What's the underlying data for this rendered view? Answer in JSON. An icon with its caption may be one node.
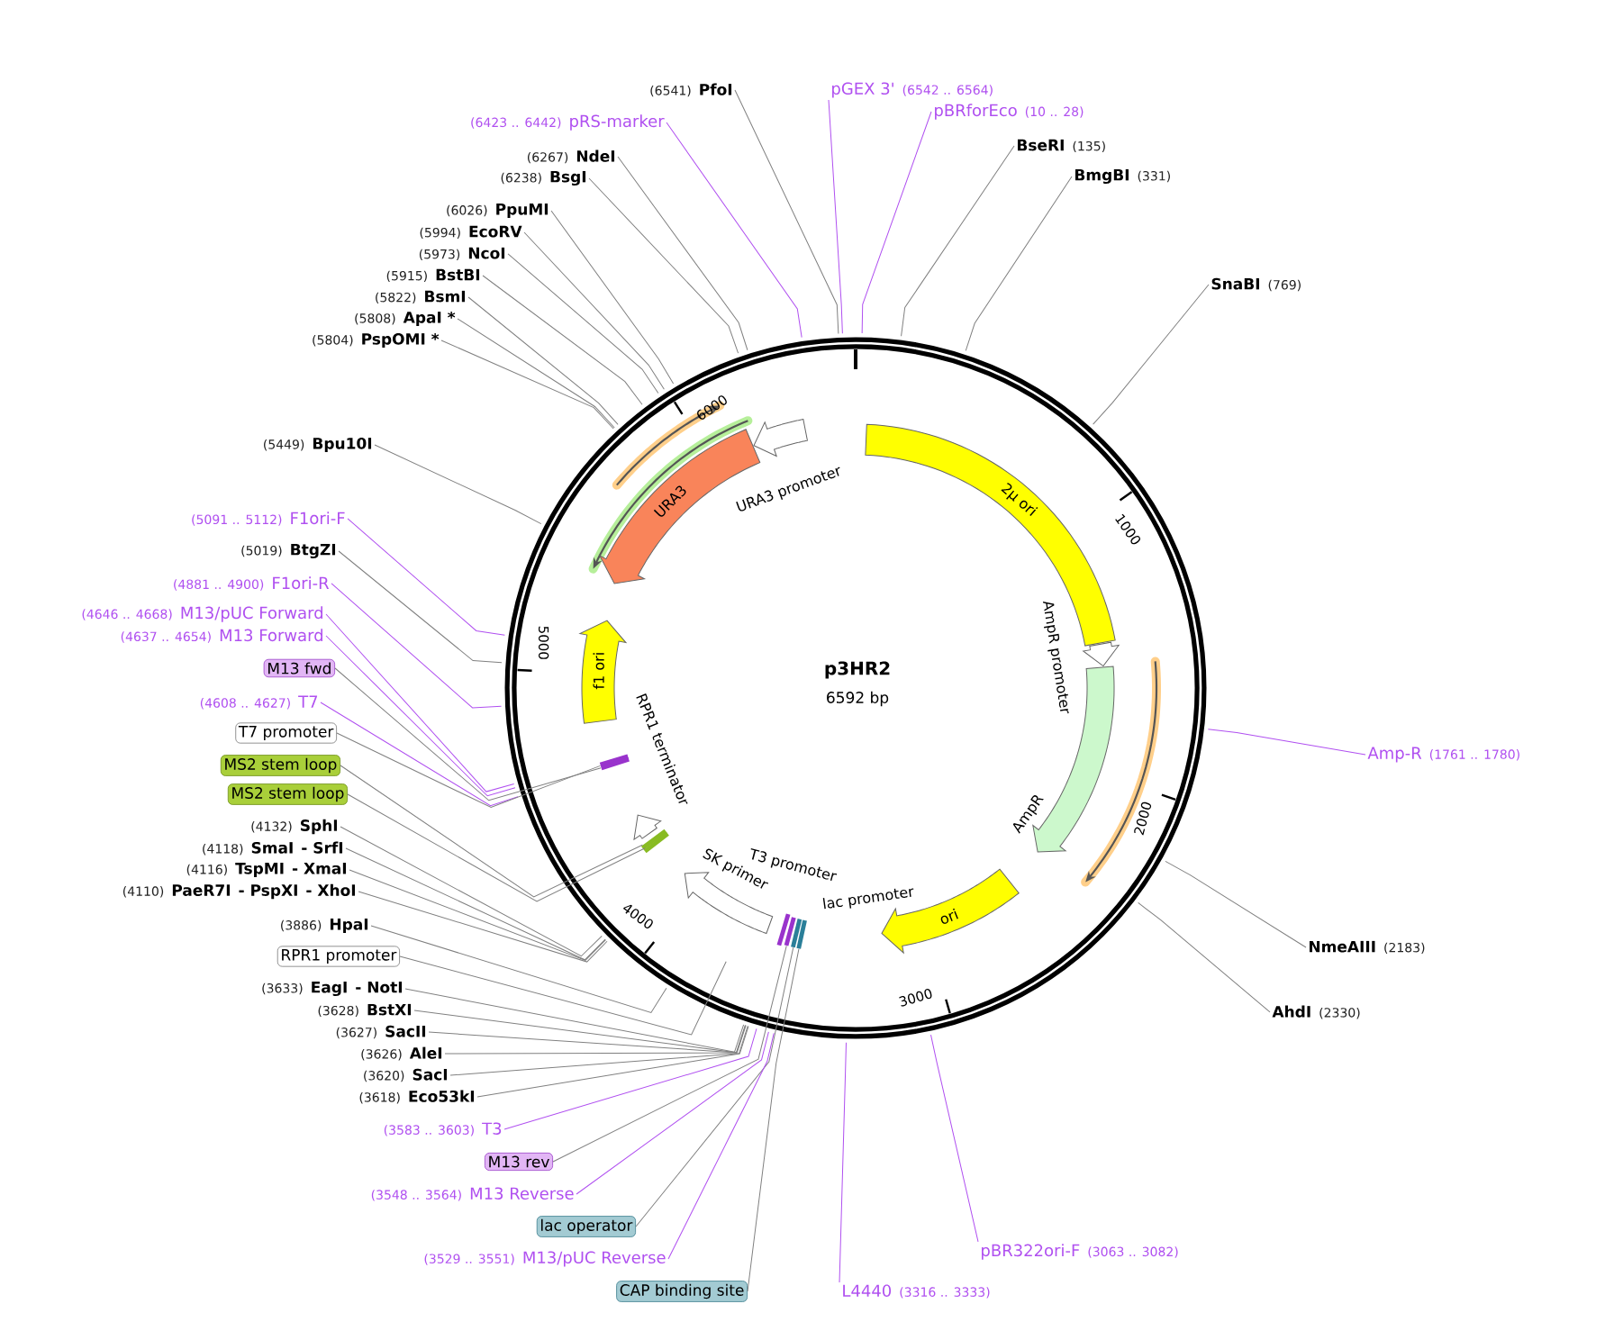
{
  "diagram": {
    "title": "p3HR2",
    "nodes": [
      {
        "text": [
          "(6541)",
          "PfoI"
        ]
      },
      {
        "text": [
          "(6423 .. 6442)",
          "pRS-marker"
        ]
      },
      {
        "text": [
          "(6267)",
          "NdeI"
        ]
      },
      {
        "text": [
          "(6238)",
          "BsgI"
        ]
      },
      {
        "text": [
          "(6026)",
          "PpuMI"
        ]
      },
      {
        "text": [
          "(5994)",
          "EcoRV"
        ]
      },
      {
        "text": [
          "(5973)",
          "NcoI"
        ]
      },
      {
        "text": [
          "(5915)",
          "BstBI"
        ]
      },
      {
        "text": [
          "(5822)",
          "BsmI"
        ]
      },
      {
        "text": [
          "(5808)",
          "ApaI *"
        ]
      },
      {
        "text": [
          "(5804)",
          "PspOMI *"
        ]
      },
      {
        "text": [
          "(5449)",
          "Bpu10I"
        ]
      },
      {
        "text": [
          "(5091 .. 5112)",
          "F1ori-F"
        ]
      },
      {
        "text": [
          "(5019)",
          "BtgZI"
        ]
      },
      {
        "text": [
          "(4881 .. 4900)",
          "F1ori-R"
        ]
      },
      {
        "text": [
          "(4646 .. 4668)",
          "M13/pUC Forward"
        ]
      },
      {
        "text": [
          "(4637 .. 4654)",
          "M13 Forward"
        ]
      },
      {
        "text": [
          "M13 fwd"
        ]
      },
      {
        "text": [
          "(4608 .. 4627)",
          "T7"
        ]
      },
      {
        "text": [
          "T7 promoter"
        ]
      },
      {
        "text": [
          "MS2 stem loop"
        ]
      },
      {
        "text": [
          "MS2 stem loop"
        ]
      },
      {
        "text": [
          "(4132)",
          "SphI"
        ]
      },
      {
        "text": [
          "(4118)",
          "SmaI",
          "- SrfI"
        ]
      },
      {
        "text": [
          "(4116)",
          "TspMI",
          "- XmaI"
        ]
      },
      {
        "text": [
          "(4110)",
          "PaeR7I",
          "- PspXI",
          "- XhoI"
        ]
      },
      {
        "text": [
          "(3886)",
          "HpaI"
        ]
      },
      {
        "text": [
          "RPR1 promoter"
        ]
      },
      {
        "text": [
          "(3633)",
          "EagI",
          "- NotI"
        ]
      },
      {
        "text": [
          "(3628)",
          "BstXI"
        ]
      },
      {
        "text": [
          "(3627)",
          "SacII"
        ]
      },
      {
        "text": [
          "(3626)",
          "AleI"
        ]
      },
      {
        "text": [
          "(3620)",
          "SacI"
        ]
      },
      {
        "text": [
          "(3618)",
          "Eco53kI"
        ]
      },
      {
        "text": [
          "(3583 .. 3603)",
          "T3"
        ]
      },
      {
        "text": [
          "M13 rev"
        ]
      },
      {
        "text": [
          "(3548 .. 3564)",
          "M13 Reverse"
        ]
      },
      {
        "text": [
          "lac operator"
        ]
      },
      {
        "text": [
          "(3529 .. 3551)",
          "M13/pUC Reverse"
        ]
      },
      {
        "text": [
          "CAP binding site"
        ]
      },
      {
        "text": [
          "L4440",
          "(3316 .. 3333)"
        ]
      },
      {
        "text": [
          "pBR322ori-F",
          "(3063 .. 3082)"
        ]
      },
      {
        "text": [
          "AhdI",
          "(2330)"
        ]
      },
      {
        "text": [
          "NmeAIII",
          "(2183)"
        ]
      },
      {
        "text": [
          "Amp-R",
          "(1761 .. 1780)"
        ]
      },
      {
        "text": [
          "SnaBI",
          "(769)"
        ]
      },
      {
        "text": [
          "BmgBI",
          "(331)"
        ]
      },
      {
        "text": [
          "BseRI",
          "(135)"
        ]
      },
      {
        "text": [
          "pBRforEco",
          "(10 .. 28)"
        ]
      },
      {
        "text": [
          "pGEX 3'",
          "(6542 .. 6564)"
        ]
      },
      {
        "text": [
          "URA3 promoter"
        ]
      },
      {
        "text": [
          "URA3"
        ]
      },
      {
        "text": [
          "2μ ori"
        ]
      },
      {
        "text": [
          "AmpR promoter"
        ]
      },
      {
        "text": [
          "AmpR"
        ]
      },
      {
        "text": [
          "ori"
        ]
      },
      {
        "text": [
          "lac promoter"
        ]
      },
      {
        "text": [
          "T3 promoter"
        ]
      },
      {
        "text": [
          "SK primer"
        ]
      },
      {
        "text": [
          "RPR1 terminator"
        ]
      },
      {
        "text": [
          "f1 ori"
        ]
      },
      {
        "text": [],
        "shape": "bar"
      },
      {
        "text": [],
        "shape": "bar"
      },
      {
        "text": [],
        "shape": "bar"
      },
      {
        "text": [],
        "shape": "bar"
      },
      {
        "text": [],
        "shape": "bar"
      },
      {
        "text": [],
        "shape": "bar"
      },
      {
        "text": [],
        "shape": "bar"
      }
    ],
    "edges": [
      {
        "from": 0,
        "to": null,
        "arrow": "none"
      },
      {
        "from": 1,
        "to": null,
        "arrow": "none",
        "color": "#b050f0"
      },
      {
        "from": 2,
        "to": null,
        "arrow": "none"
      },
      {
        "from": 3,
        "to": null,
        "arrow": "none"
      },
      {
        "from": 4,
        "to": null,
        "arrow": "none"
      },
      {
        "from": 5,
        "to": null,
        "arrow": "none"
      },
      {
        "from": 6,
        "to": null,
        "arrow": "none"
      },
      {
        "from": 7,
        "to": null,
        "arrow": "none"
      },
      {
        "from": 8,
        "to": null,
        "arrow": "none"
      },
      {
        "from": 9,
        "to": null,
        "arrow": "none"
      },
      {
        "from": 10,
        "to": null,
        "arrow": "none"
      },
      {
        "from": 11,
        "to": null,
        "arrow": "none"
      },
      {
        "from": 12,
        "to": null,
        "arrow": "none",
        "color": "#b050f0"
      },
      {
        "from": 13,
        "to": null,
        "arrow": "none"
      },
      {
        "from": 14,
        "to": null,
        "arrow": "none",
        "color": "#b050f0"
      },
      {
        "from": 15,
        "to": null,
        "arrow": "none",
        "color": "#b050f0"
      },
      {
        "from": 16,
        "to": null,
        "arrow": "none",
        "color": "#b050f0"
      },
      {
        "from": 17,
        "to": 62,
        "arrow": "none"
      },
      {
        "from": 18,
        "to": null,
        "arrow": "none",
        "color": "#b050f0"
      },
      {
        "from": 19,
        "to": 61,
        "arrow": "none"
      },
      {
        "from": 20,
        "to": 63,
        "arrow": "none"
      },
      {
        "from": 21,
        "to": 64,
        "arrow": "none"
      },
      {
        "from": 22,
        "to": null,
        "arrow": "none"
      },
      {
        "from": 23,
        "to": null,
        "arrow": "none"
      },
      {
        "from": 24,
        "to": null,
        "arrow": "none"
      },
      {
        "from": 25,
        "to": null,
        "arrow": "none"
      },
      {
        "from": 26,
        "to": null,
        "arrow": "none"
      },
      {
        "from": 27,
        "to": null,
        "arrow": "none"
      },
      {
        "from": 28,
        "to": null,
        "arrow": "none"
      },
      {
        "from": 29,
        "to": null,
        "arrow": "none"
      },
      {
        "from": 30,
        "to": null,
        "arrow": "none"
      },
      {
        "from": 31,
        "to": null,
        "arrow": "none"
      },
      {
        "from": 32,
        "to": null,
        "arrow": "none"
      },
      {
        "from": 33,
        "to": null,
        "arrow": "none"
      },
      {
        "from": 34,
        "to": null,
        "arrow": "none",
        "color": "#b050f0"
      },
      {
        "from": 35,
        "to": 65,
        "arrow": "none"
      },
      {
        "from": 36,
        "to": null,
        "arrow": "none",
        "color": "#b050f0"
      },
      {
        "from": 37,
        "to": 66,
        "arrow": "none"
      },
      {
        "from": 38,
        "to": null,
        "arrow": "none",
        "color": "#b050f0"
      },
      {
        "from": 39,
        "to": 67,
        "arrow": "none"
      },
      {
        "from": 40,
        "to": null,
        "arrow": "none",
        "color": "#b050f0"
      },
      {
        "from": 41,
        "to": null,
        "arrow": "none",
        "color": "#b050f0"
      },
      {
        "from": 42,
        "to": null,
        "arrow": "none"
      },
      {
        "from": 43,
        "to": null,
        "arrow": "none"
      },
      {
        "from": 44,
        "to": null,
        "arrow": "none",
        "color": "#b050f0"
      },
      {
        "from": 45,
        "to": null,
        "arrow": "none"
      },
      {
        "from": 46,
        "to": null,
        "arrow": "none"
      },
      {
        "from": 47,
        "to": null,
        "arrow": "none"
      },
      {
        "from": 48,
        "to": null,
        "arrow": "none",
        "color": "#b050f0"
      },
      {
        "from": 49,
        "to": null,
        "arrow": "none",
        "color": "#b050f0"
      }
    ],
    "labels": [
      "6592 bp",
      "1000",
      "2000",
      "3000",
      "4000",
      "5000",
      "6000"
    ]
  }
}
